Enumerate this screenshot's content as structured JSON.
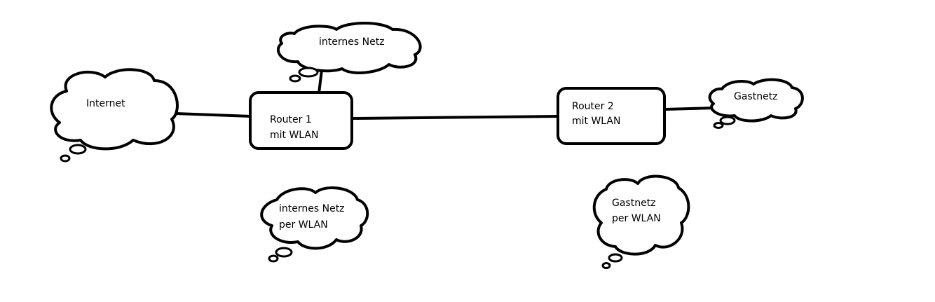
{
  "diagram": {
    "clouds": {
      "internet": [
        "Internet"
      ],
      "internes_netz": [
        "internes Netz"
      ],
      "gastnetz": [
        "Gastnetz"
      ],
      "internes_netz_wlan": [
        "internes Netz",
        "per WLAN"
      ],
      "gastnetz_wlan": [
        "Gastnetz",
        "per WLAN"
      ]
    },
    "routers": {
      "router1": [
        "Router 1",
        "mit WLAN"
      ],
      "router2": [
        "Router 2",
        "mit WLAN"
      ]
    },
    "connections": [
      {
        "from": "internet",
        "to": "router1"
      },
      {
        "from": "internes_netz",
        "to": "router1"
      },
      {
        "from": "router1",
        "to": "router2"
      },
      {
        "from": "router2",
        "to": "gastnetz"
      }
    ]
  }
}
